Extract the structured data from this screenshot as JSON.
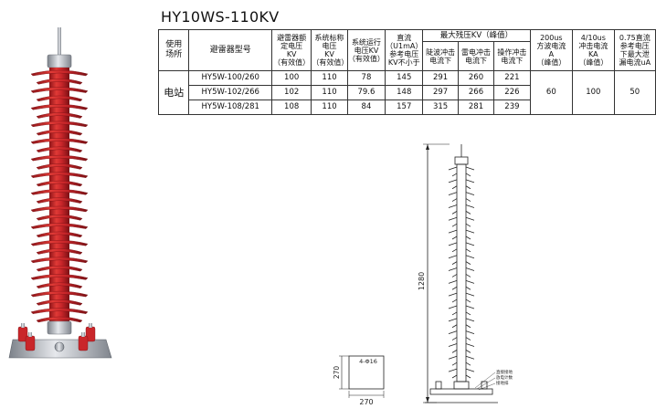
{
  "title": "HY10WS-110KV",
  "table": {
    "headers": {
      "usage": "使用\n场所",
      "model": "避雷器型号",
      "rated_voltage": "避雷器额\n定电压\nKV\n（有效值）",
      "system_voltage": "系统标称\n电压\nKV\n（有效值）",
      "operating_voltage": "系统运行\n电压KV\n（有效值）",
      "dc_reference": "直流\n（U1mA）\n参考电压\nKV不小于",
      "max_residual": "最大残压KV（峰值）",
      "steep_wave": "陡波冲击\n电流下",
      "lightning": "雷电冲击\n电流下",
      "switching": "操作冲击\n电流下",
      "square_wave": "200us\n方波电流\nA\n（峰值）",
      "impulse_current": "4/10us\n冲击电流\nKA\n（峰值）",
      "leakage": "0.75直流\n参考电压\n下最大泄\n漏电流uA"
    },
    "station": "电站",
    "rows": [
      {
        "model": "HY5W-100/260",
        "rated": "100",
        "system": "110",
        "operating": "78",
        "dc": "145",
        "steep": "291",
        "lightning": "260",
        "switching": "221"
      },
      {
        "model": "HY5W-102/266",
        "rated": "102",
        "system": "110",
        "operating": "79.6",
        "dc": "148",
        "steep": "297",
        "lightning": "266",
        "switching": "226"
      },
      {
        "model": "HY5W-108/281",
        "rated": "108",
        "system": "110",
        "operating": "84",
        "dc": "157",
        "steep": "315",
        "lightning": "281",
        "switching": "239"
      }
    ],
    "square_wave_value": "60",
    "impulse_value": "100",
    "leakage_value": "50"
  },
  "drawing": {
    "height_dim": "1280",
    "base_width_dim": "270",
    "base_height_dim": "270",
    "hole_label": "4-Φ16",
    "callouts": [
      "直接接地",
      "放电计数",
      "接地排"
    ]
  },
  "colors": {
    "porcelain": "#c9262a",
    "metal": "#b8bcc4",
    "line": "#222222"
  }
}
